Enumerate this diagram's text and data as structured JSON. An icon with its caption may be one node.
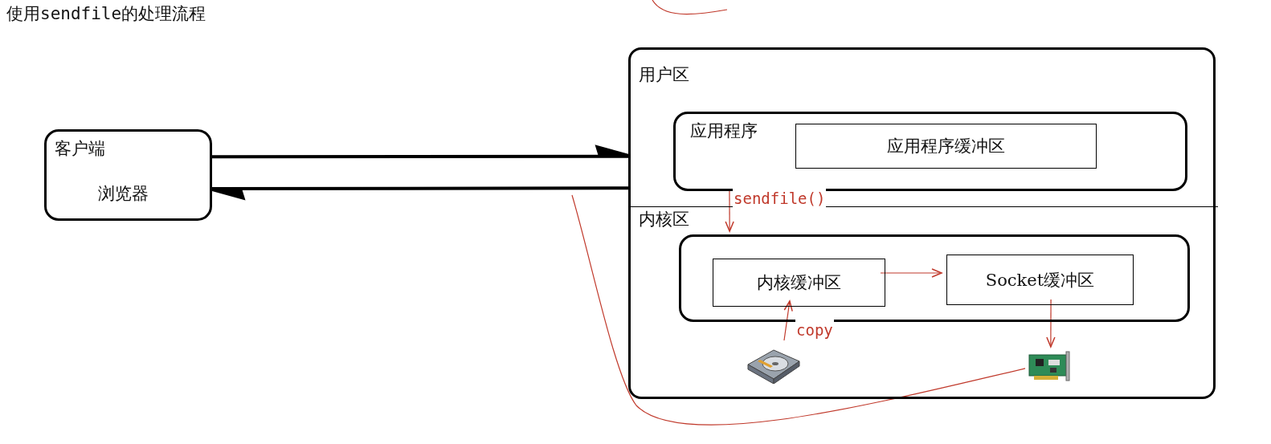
{
  "diagram": {
    "title": "使用sendfile的处理流程",
    "nodes": [
      {
        "text": [],
        "shape": "box"
      },
      {
        "text": [
          "用户区"
        ],
        "in": 0
      },
      {
        "text": [
          "应用程序"
        ],
        "in": 1
      },
      {
        "text": [
          "应用程序缓冲区"
        ],
        "in": 2
      },
      {
        "text": [
          "内核区"
        ],
        "in": 0
      },
      {
        "text": [],
        "shape": "box",
        "in": 4
      },
      {
        "text": [
          "内核缓冲区"
        ],
        "in": 5
      },
      {
        "text": [
          "Socket缓冲区"
        ],
        "in": 5
      },
      {
        "text": [],
        "shape": "picture",
        "in": 4
      },
      {
        "text": [],
        "shape": "picture",
        "in": 4
      },
      {
        "text": [
          "客户端",
          "浏览器"
        ]
      }
    ],
    "edges": [
      {
        "from": 10,
        "to": 0,
        "arrow": "to",
        "style": "thick",
        "color": "#000000"
      },
      {
        "from": 0,
        "to": 10,
        "arrow": "to",
        "style": "thick",
        "color": "#000000"
      },
      {
        "from": 2,
        "to": 5,
        "arrow": "to",
        "label": "sendfile()"
      },
      {
        "from": 6,
        "to": 7,
        "arrow": "to"
      },
      {
        "from": 8,
        "to": 6,
        "arrow": "to",
        "label": "copy"
      },
      {
        "from": 7,
        "to": 9,
        "arrow": "to"
      },
      {
        "from": 9,
        "to": null,
        "arrow": "none"
      }
    ]
  }
}
